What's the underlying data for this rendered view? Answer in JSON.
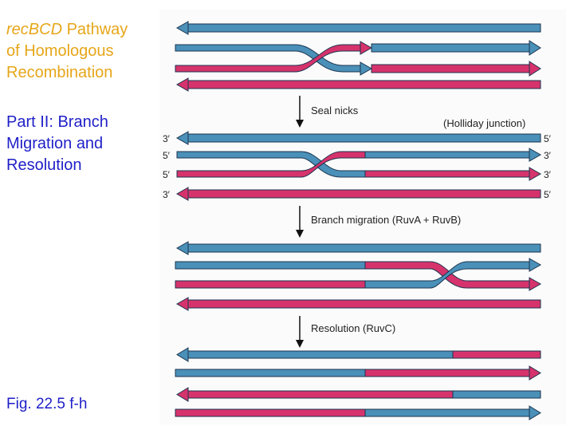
{
  "title": {
    "gene": "recBCD",
    "line1_rest": " Pathway",
    "line2": "of Homologous",
    "line3": "Recombination"
  },
  "subtitle": {
    "line1": "Part II: Branch",
    "line2": "Migration and",
    "line3": "Resolution"
  },
  "figure_ref": "Fig. 22.5 f-h",
  "steps": {
    "seal": "Seal nicks",
    "migration": "Branch migration (RuvA + RuvB)",
    "resolution": "Resolution (RuvC)"
  },
  "holliday_label": "(Holliday junction)",
  "strand_ends": {
    "row1_left": "3′",
    "row1_right": "5′",
    "row2_left": "5′",
    "row2_right": "3′",
    "row3_left": "5′",
    "row3_right": "3′",
    "row4_left": "3′",
    "row4_right": "5′"
  },
  "colors": {
    "blue_strand": "#4a90b8",
    "red_strand": "#d6336c",
    "outline": "#1c3550",
    "title_orange": "#e6a619",
    "subtitle_blue": "#1f1fc8"
  }
}
